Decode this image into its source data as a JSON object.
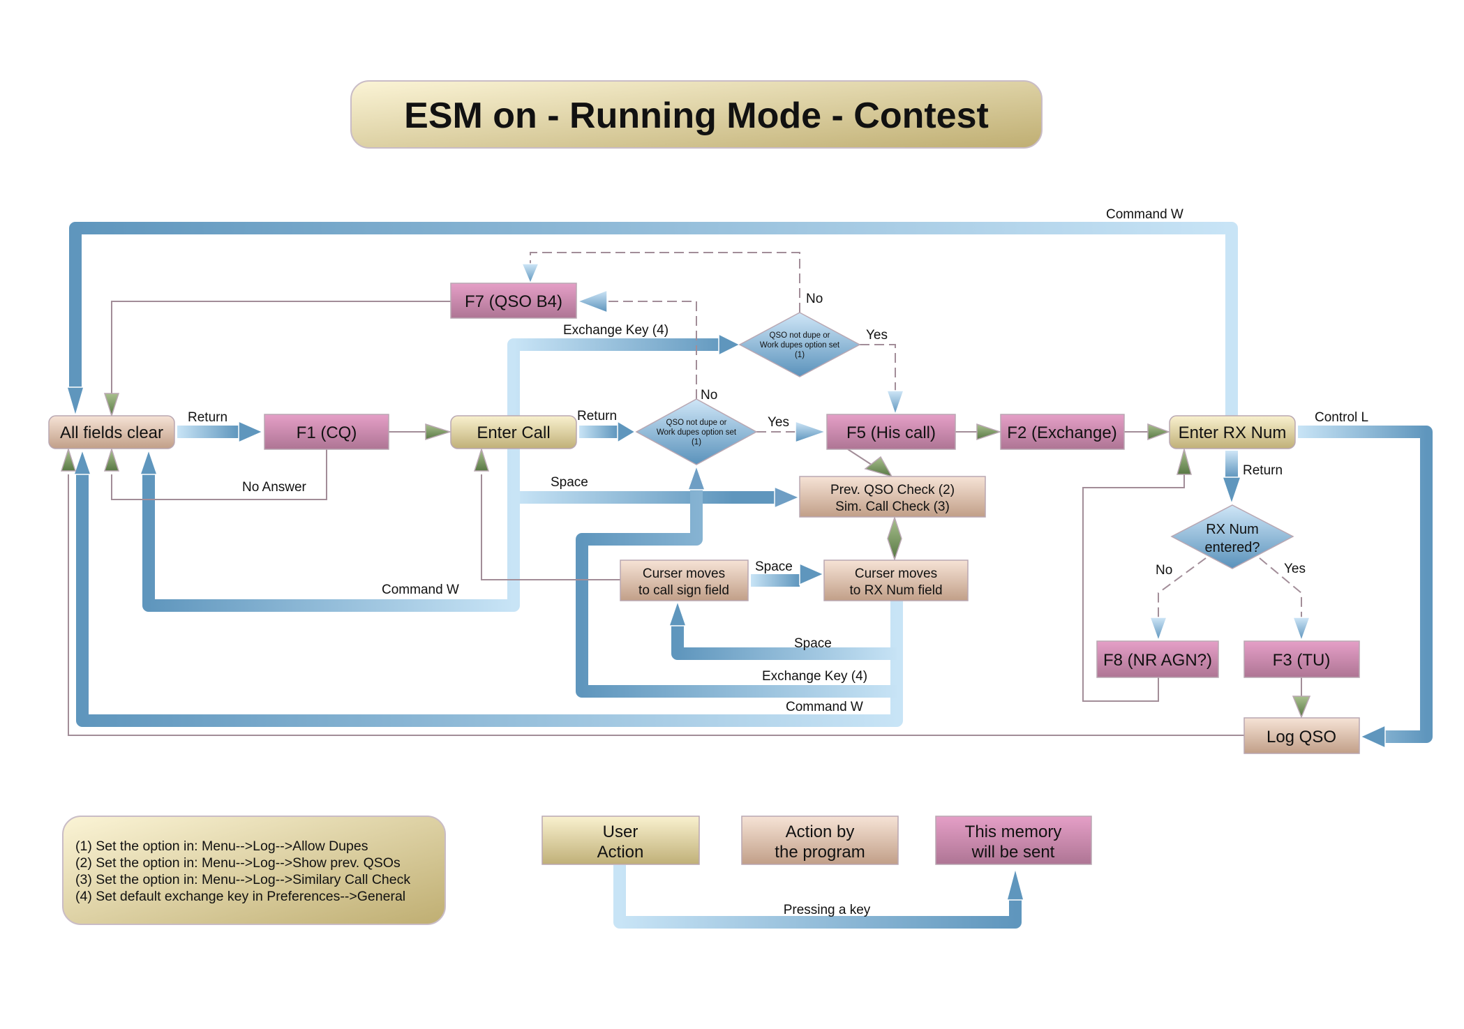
{
  "title": "ESM on - Running Mode - Contest",
  "colors": {
    "user_action": "#d9cc93",
    "program_action": "#dcbca8",
    "memory_sent": "#c987ad",
    "decision": "#7fb0d4",
    "pipe_dark": "#5f96bd",
    "pipe_light": "#c8e4f6",
    "arrow_green": "#6f8c55",
    "connector": "#a28d98"
  },
  "nodes": {
    "all_fields_clear": "All fields clear",
    "f1": "F1 (CQ)",
    "enter_call": "Enter Call",
    "f7": "F7 (QSO B4)",
    "f5": "F5 (His call)",
    "f2": "F2 (Exchange)",
    "enter_rx": "Enter RX Num",
    "prev_qso_line1": "Prev. QSO Check (2)",
    "prev_qso_line2": "Sim. Call Check (3)",
    "curser_call_line1": "Curser moves",
    "curser_call_line2": "to call sign field",
    "curser_rx_line1": "Curser moves",
    "curser_rx_line2": "to RX Num field",
    "f8": "F8 (NR AGN?)",
    "f3": "F3 (TU)",
    "log_qso": "Log QSO"
  },
  "decisions": {
    "dupe_line1": "QSO not dupe or",
    "dupe_line2": "Work dupes option set",
    "dupe_line3": "(1)",
    "rx_line1": "RX Num",
    "rx_line2": "entered?"
  },
  "edge_labels": {
    "return_1": "Return",
    "return_2": "Return",
    "return_3": "Return",
    "no_answer": "No Answer",
    "command_w_top": "Command W",
    "command_w_mid": "Command W",
    "command_w_bottom": "Command W",
    "exchange_key_top": "Exchange Key (4)",
    "exchange_key_bottom": "Exchange Key (4)",
    "space_1": "Space",
    "space_2": "Space",
    "space_3": "Space",
    "no_upper": "No",
    "no_lower": "No",
    "yes_upper": "Yes",
    "yes_lower": "Yes",
    "control_l": "Control L",
    "rx_no": "No",
    "rx_yes": "Yes"
  },
  "notes": [
    "(1) Set the option in: Menu-->Log-->Allow Dupes",
    "(2) Set the option in: Menu-->Log-->Show prev. QSOs",
    "(3) Set the option in: Menu-->Log-->Similary Call Check",
    "(4) Set default exchange key in Preferences-->General"
  ],
  "legend": {
    "user_line1": "User",
    "user_line2": "Action",
    "program_line1": "Action by",
    "program_line2": "the program",
    "memory_line1": "This memory",
    "memory_line2": "will be sent",
    "pressing_key": "Pressing a key"
  }
}
